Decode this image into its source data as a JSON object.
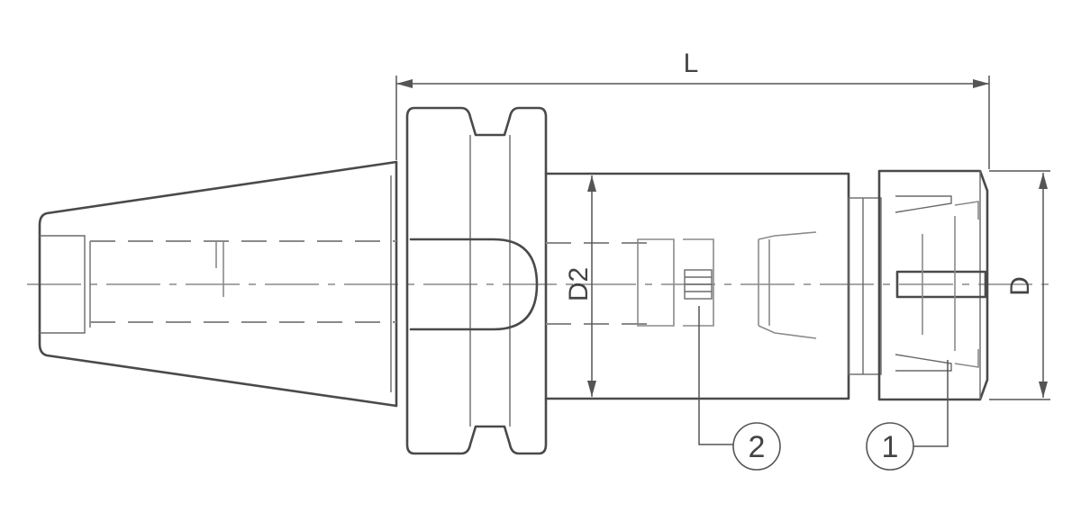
{
  "dimensions": {
    "overall_length": "L",
    "body_diameter": "D2",
    "nut_diameter": "D"
  },
  "callouts": {
    "item_1": "1",
    "item_2": "2"
  },
  "colors": {
    "line": "#4a4a4a",
    "hidden_line": "#8a8a8a",
    "background": "#ffffff"
  }
}
